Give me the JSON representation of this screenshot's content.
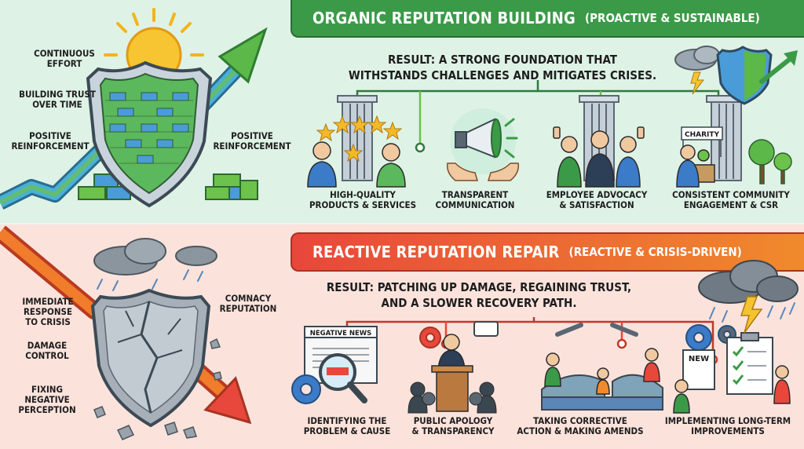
{
  "organic": {
    "title": "ORGANIC REPUTATION BUILDING",
    "subtitle": "(PROACTIVE & SUSTAINABLE)",
    "result_line1": "RESULT: A STRONG FOUNDATION THAT",
    "result_line2": "WITHSTANDS CHALLENGES AND MITIGATES CRISES.",
    "side_labels": {
      "continuous": [
        "CONTINUOUS",
        "EFFORT"
      ],
      "trust": [
        "BUILDING TRUST",
        "OVER TIME"
      ],
      "positive_left": [
        "POSITIVE",
        "REINFORCEMENT"
      ],
      "positive_right": [
        "POSITIVE",
        "REINFORCEMENT"
      ]
    },
    "pillars": [
      {
        "line1": "HIGH-QUALITY",
        "line2": "PRODUCTS & SERVICES"
      },
      {
        "line1": "TRANSPARENT",
        "line2": "COMMUNICATION"
      },
      {
        "line1": "EMPLOYEE ADVOCACY",
        "line2": "& SATISFACTION"
      },
      {
        "line1": "CONSISTENT COMMUNITY",
        "line2": "ENGAGEMENT & CSR"
      }
    ],
    "charity_sign": "CHARITY"
  },
  "reactive": {
    "title": "REACTIVE REPUTATION REPAIR",
    "subtitle": "(REACTIVE & CRISIS-DRIVEN)",
    "result_line1": "RESULT: PATCHING UP DAMAGE, REGAINING TRUST,",
    "result_line2": "AND A SLOWER RECOVERY PATH.",
    "side_labels": {
      "immediate": [
        "IMMEDIATE",
        "RESPONSE",
        "TO CRISIS"
      ],
      "damage": [
        "DAMAGE",
        "CONTROL"
      ],
      "fixing": [
        "FIXING",
        "NEGATIVE",
        "PERCEPTION"
      ],
      "comnacy": [
        "COMNACY",
        "REPUTATION"
      ]
    },
    "steps": [
      {
        "line1": "IDENTIFYING THE",
        "line2": "PROBLEM & CAUSE"
      },
      {
        "line1": "PUBLIC APOLOGY",
        "line2": "& TRANSPARENCY"
      },
      {
        "line1": "TAKING CORRECTIVE",
        "line2": "ACTION & MAKING AMENDS"
      },
      {
        "line1": "IMPLEMENTING LONG-TERM",
        "line2": "IMPROVEMENTS"
      }
    ],
    "news_sign": "NEGATIVE NEWS",
    "new_sign": "NEW"
  },
  "colors": {
    "green_banner": "#3b9a48",
    "red_banner": "#e8473b",
    "orange": "#f08a2c",
    "top_bg": "#dff2e6",
    "bottom_bg": "#fbe3dc"
  },
  "icons": [
    "sun-icon",
    "growth-arrow-icon",
    "brick-shield-icon",
    "pillar-icon",
    "stars-icon",
    "megaphone-icon",
    "hands-icon",
    "thumbs-up-icon",
    "tree-icon",
    "storm-cloud-icon",
    "cracked-shield-icon",
    "decline-arrow-icon",
    "magnifier-icon",
    "gear-icon",
    "podium-icon",
    "wrench-icon",
    "bridge-icon",
    "checklist-icon",
    "lightning-icon"
  ]
}
